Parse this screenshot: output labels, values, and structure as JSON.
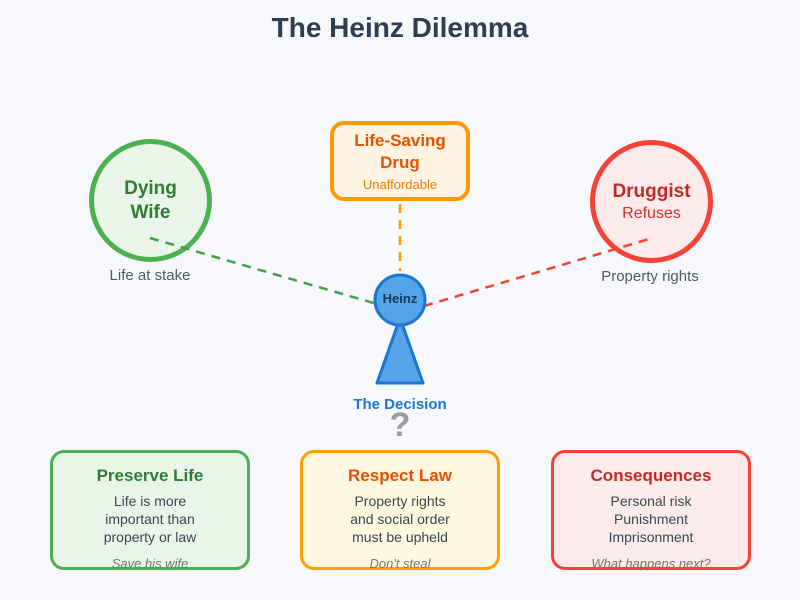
{
  "title": "The Heinz Dilemma",
  "nodes": {
    "dying_wife": {
      "title": [
        "Dying",
        "Wife"
      ],
      "caption": "Life at stake",
      "border_color": "#4caf50",
      "fill_color": "#e9f5e9",
      "text_color": "#2e7d32"
    },
    "drug": {
      "title": [
        "Life-Saving",
        "Drug"
      ],
      "subtitle": "Unaffordable",
      "border_color": "#ff9800",
      "fill_color": "#fff4e2",
      "text_color": "#e65100"
    },
    "druggist": {
      "title": "Druggist",
      "subtitle": "Refuses",
      "caption": "Property rights",
      "border_color": "#f44336",
      "fill_color": "#fdeaea",
      "text_color": "#c62828"
    },
    "heinz": {
      "label": "Heinz",
      "fill_color": "#55a5e8",
      "border_color": "#1976d2"
    }
  },
  "decision": {
    "label": "The Decision",
    "symbol": "?",
    "label_color": "#1976d2",
    "symbol_color": "#9e9e9e"
  },
  "options": [
    {
      "title": "Preserve Life",
      "body": [
        "Life is more",
        "important than",
        "property or law"
      ],
      "note": "Save his wife",
      "border_color": "#4caf50",
      "fill_color": "#e9f5e9",
      "title_color": "#2e7d32"
    },
    {
      "title": "Respect Law",
      "body": [
        "Property rights",
        "and social order",
        "must be upheld"
      ],
      "note": "Don't steal",
      "border_color": "#ffa000",
      "fill_color": "#fff7e0",
      "title_color": "#e65100"
    },
    {
      "title": "Consequences",
      "body": [
        "Personal risk",
        "Punishment",
        "Imprisonment"
      ],
      "note": "What happens next?",
      "border_color": "#f44336",
      "fill_color": "#fdeaea",
      "title_color": "#c62828"
    }
  ]
}
